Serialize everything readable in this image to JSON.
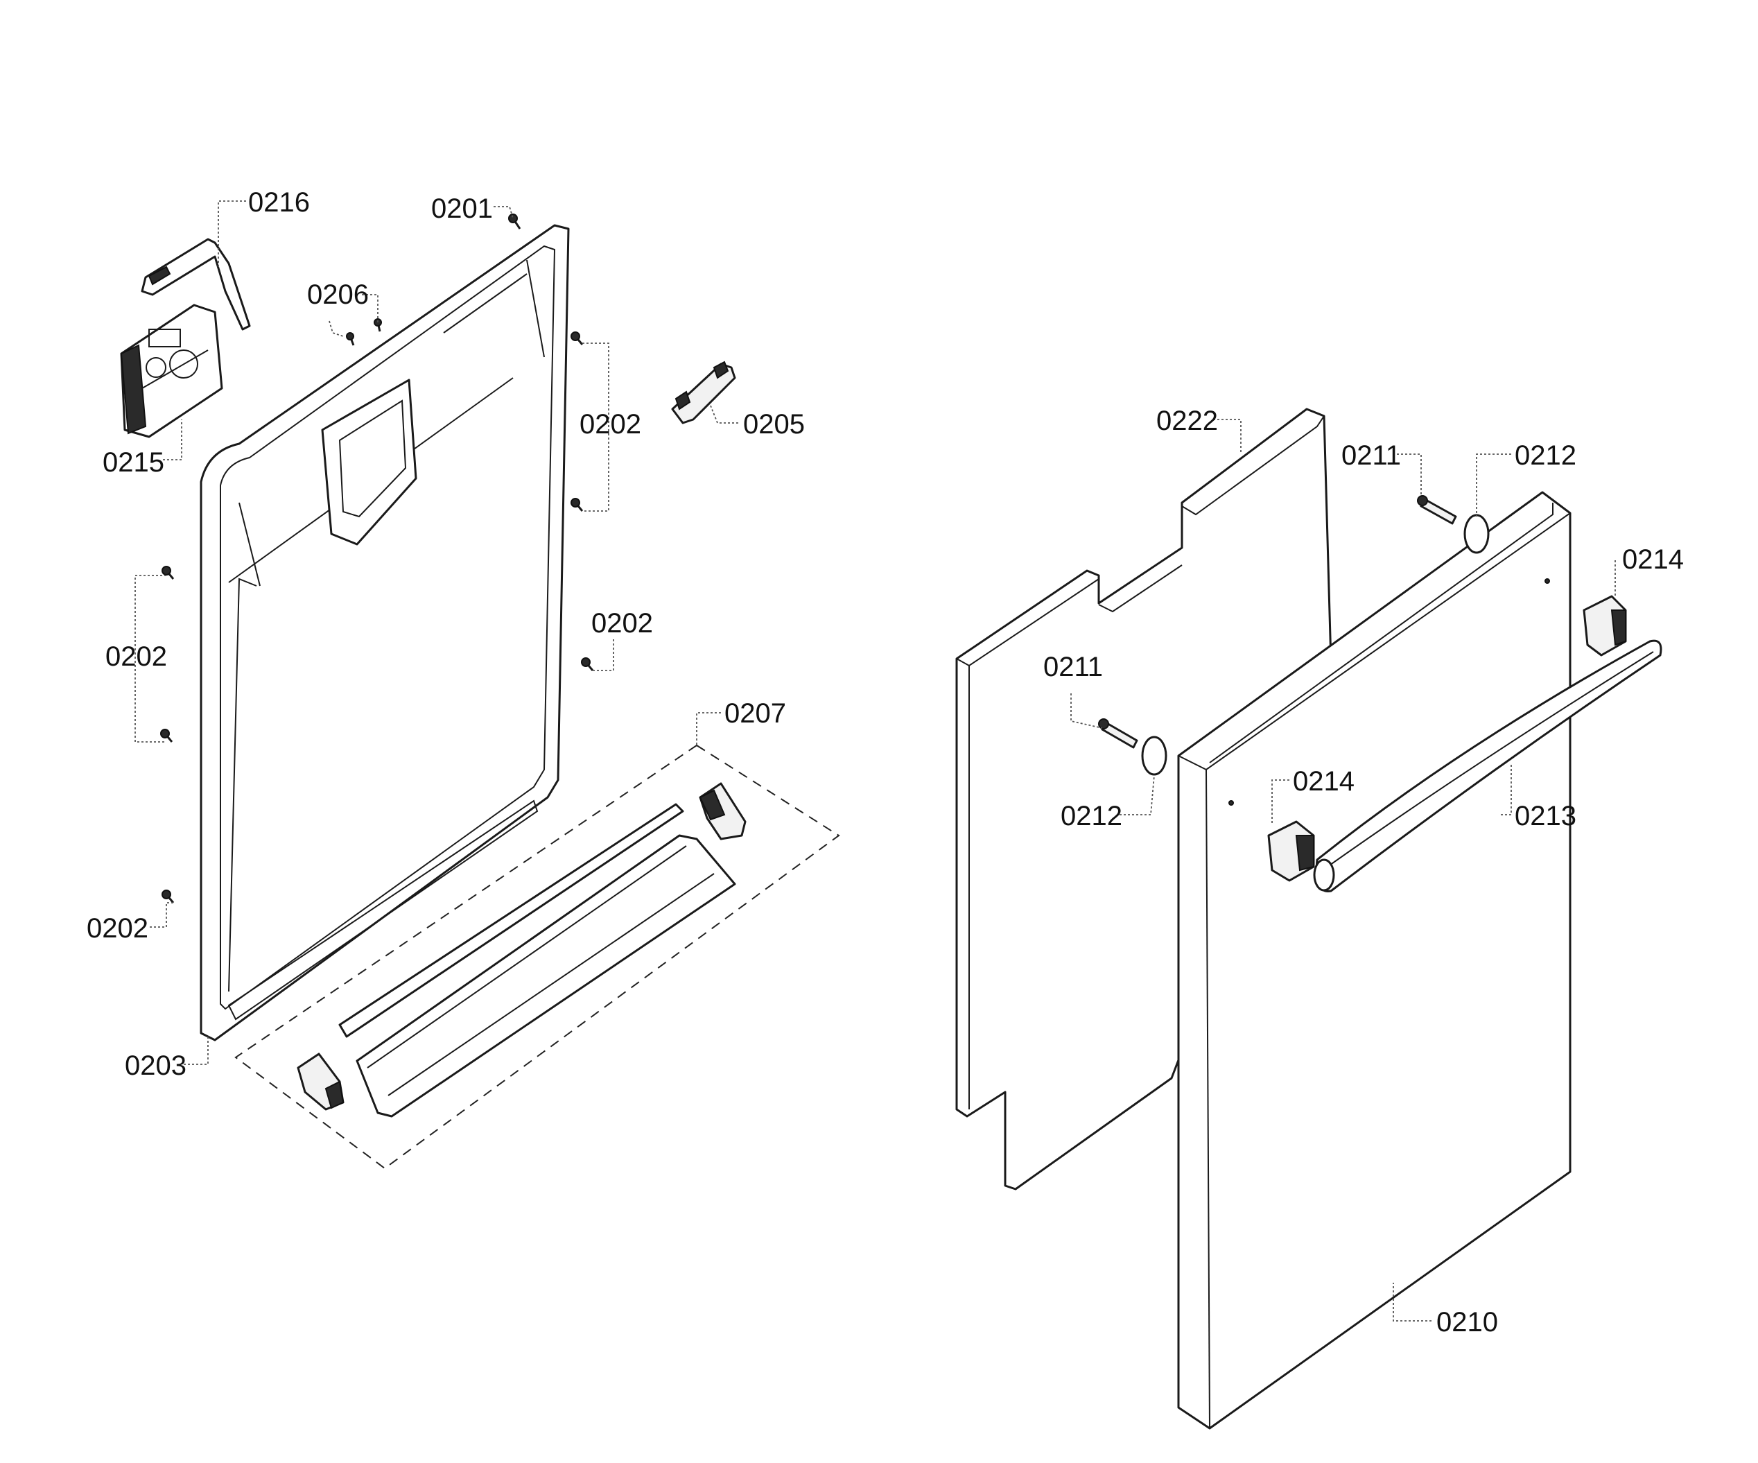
{
  "diagram": {
    "callouts": {
      "c0216": "0216",
      "c0201": "0201",
      "c0206": "0206",
      "c0215": "0215",
      "c0202_right_upper": "0202",
      "c0205": "0205",
      "c0202_left": "0202",
      "c0202_right_mid": "0202",
      "c0207": "0207",
      "c0202_bottom_left": "0202",
      "c0203": "0203",
      "c0222": "0222",
      "c0211_top": "0211",
      "c0212_top": "0212",
      "c0214_right": "0214",
      "c0211_mid": "0211",
      "c0214_mid": "0214",
      "c0212_mid": "0212",
      "c0213": "0213",
      "c0210": "0210"
    }
  }
}
